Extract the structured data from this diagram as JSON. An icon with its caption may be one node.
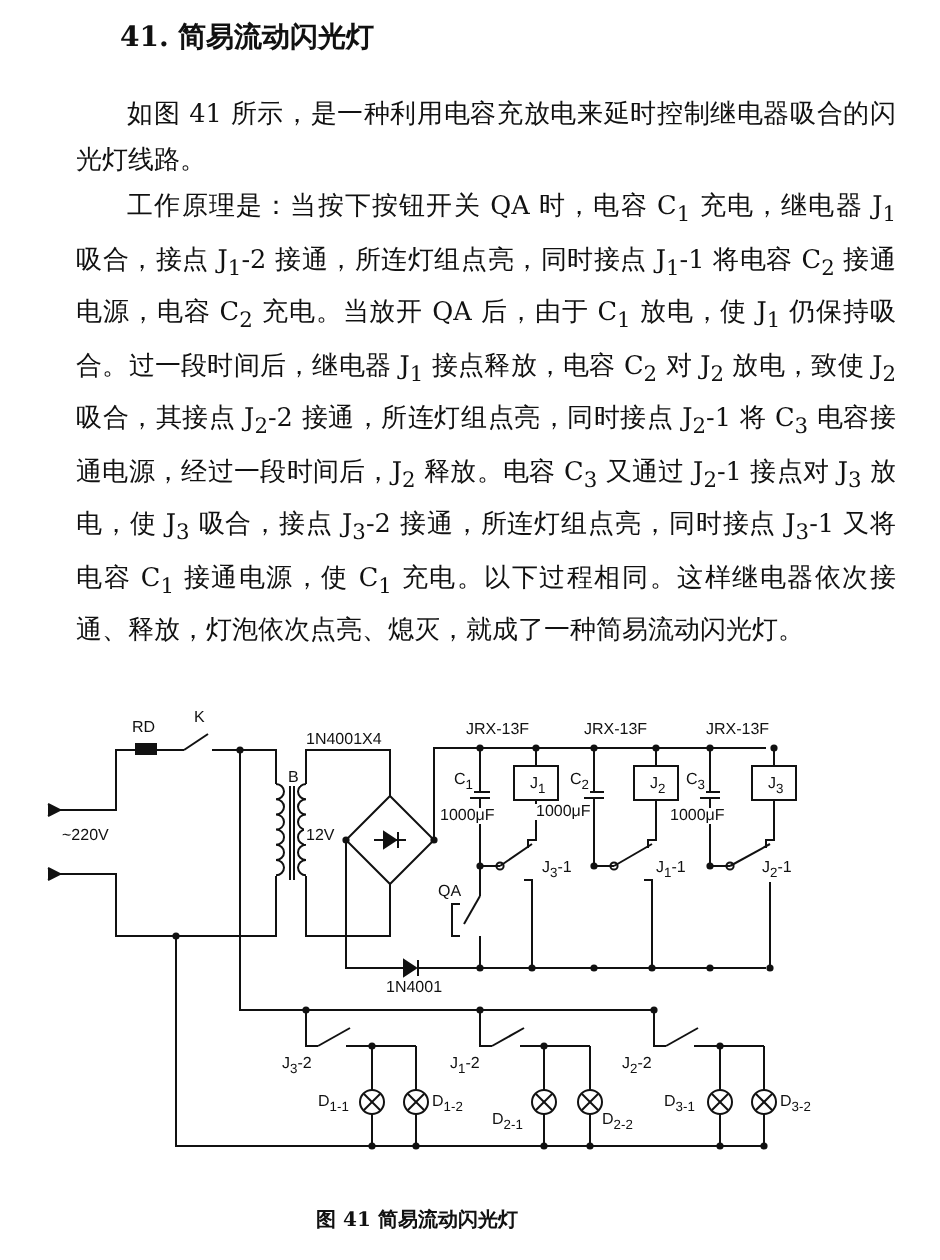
{
  "diagram": {
    "title": "41. 简易流动闪光灯",
    "caption": "图 41 简易流动闪光灯",
    "labels": [
      "如图 41 所示，是一种利用电容充放电来延时控制继电器吸合的闪光灯线路。",
      "工作原理是：当按下按钮开关 QA 时，电容 C$_{1}$ 充电，继电器 J$_{1}$ 吸合，接点 J$_{1}$-2 接通，所连灯组点亮，同时接点 J$_{1}$-1 将电容 C$_{2}$ 接通电源，电容 C$_{2}$ 充电。当放开 QA 后，由于 C$_{1}$ 放电，使 J$_{1}$ 仍保持吸合。过一段时间后，继电器 J$_{1}$ 接点释放，电容 C$_{2}$ 对 J$_{2}$ 放电，致使 J$_{2}$ 吸合，其接点 J$_{2}$-2 接通，所连灯组点亮，同时接点 J$_{2}$-1 将 C$_{3}$ 电容接通电源，经过一段时间后，J$_{2}$ 释放。电容 C$_{3}$ 又通过 J$_{2}$-1 接点对 J$_{3}$ 放电，使 J$_{3}$ 吸合，接点 J$_{3}$-2 接通，所连灯组点亮，同时接点 J$_{3}$-1 又将电容 C$_{1}$ 接通电源，使 C$_{1}$ 充电。以下过程相同。这样继电器依次接通、释放，灯泡依次点亮、熄灭，就成了一种简易流动闪光灯。",
      "RD",
      "K",
      "~220V",
      "B",
      "12V",
      "1N4001X4",
      "JRX-13F",
      "JRX-13F",
      "JRX-13F",
      "C$_{1}$",
      "1000μF",
      "C$_{2}$",
      "1000μF",
      "C$_{3}$",
      "1000μF",
      "J$_{1}$",
      "J$_{2}$",
      "J$_{3}$",
      "J$_{3}$-1",
      "J$_{1}$-1",
      "J$_{2}$-1",
      "QA",
      "1N4001",
      "J$_{3}$-2",
      "J$_{1}$-2",
      "J$_{2}$-2",
      "D$_{1-1}$",
      "D$_{1-2}$",
      "D$_{2-1}$",
      "D$_{2-2}$",
      "D$_{3-1}$",
      "D$_{3-2}$"
    ]
  }
}
